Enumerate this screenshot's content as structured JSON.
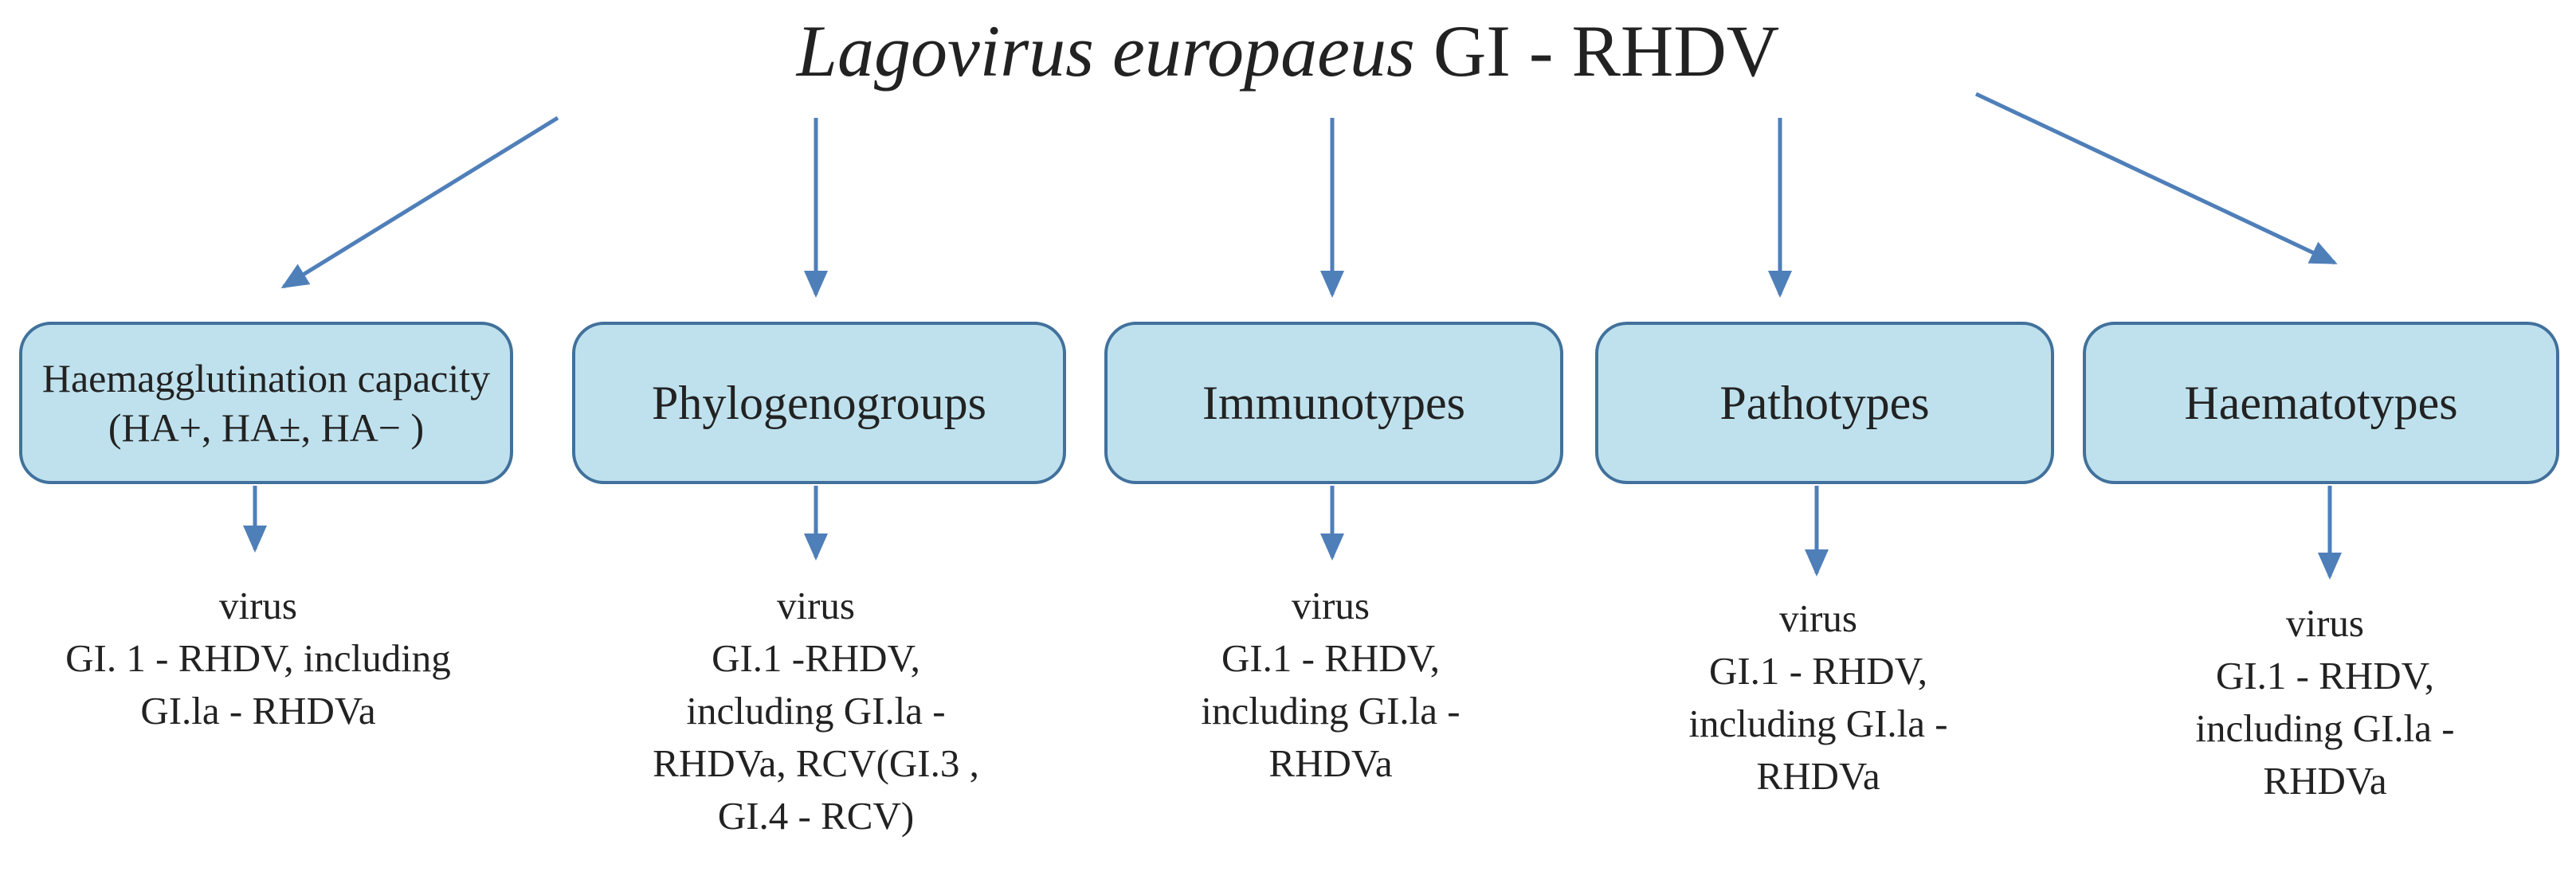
{
  "title": {
    "italic": "Lagovirus europaeus",
    "plain": "GI - RHDV"
  },
  "categories": [
    {
      "label": "Haemagglutination capacity  (HA+, HA±, HA− )",
      "description": "virus\nGI. 1 - RHDV, including\nGI.la - RHDVa"
    },
    {
      "label": "Phylogenogroups",
      "description": "virus\nGI.1 -RHDV,\nincluding   GI.la -\nRHDVa,  RCV(GI.3  ,\nGI.4 - RCV)"
    },
    {
      "label": "Immunotypes",
      "description": "virus\nGI.1  - RHDV,\nincluding   GI.la  -\nRHDVa"
    },
    {
      "label": "Pathotypes",
      "description": "virus\nGI.1  - RHDV,\nincluding   GI.la  -\nRHDVa"
    },
    {
      "label": "Haematotypes",
      "description": "virus\nGI.1 - RHDV,\nincluding   GI.la -\nRHDVa"
    }
  ],
  "colors": {
    "box_fill": "#bfe1ed",
    "box_border": "#41719c",
    "arrow": "#4f7fb9"
  }
}
